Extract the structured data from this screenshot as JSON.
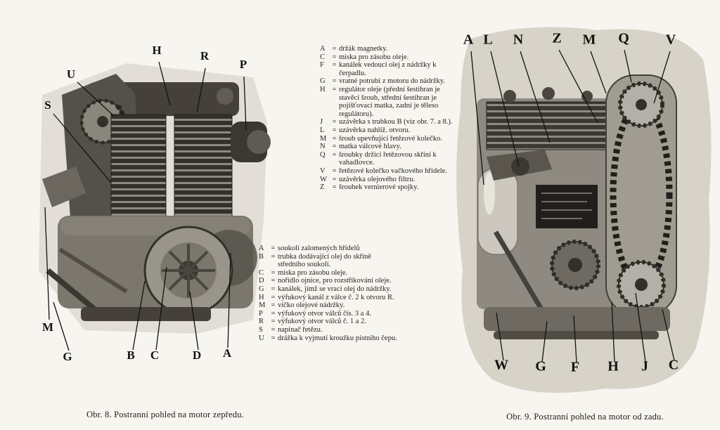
{
  "glyphs": {
    "equals": "="
  },
  "figure_left": {
    "caption": "Obr. 8. Postranní pohled na motor zepředu.",
    "labels": [
      "H",
      "R",
      "P",
      "U",
      "S",
      "M",
      "G",
      "B",
      "C",
      "D",
      "A"
    ]
  },
  "figure_right": {
    "caption": "Obr. 9. Postranní pohled na motor od zadu.",
    "labels": [
      "A",
      "L",
      "N",
      "Z",
      "M",
      "Q",
      "V",
      "W",
      "G",
      "F",
      "H",
      "J",
      "C"
    ]
  },
  "legend_top": {
    "entries": [
      {
        "key": "A",
        "text": "držák magnetky."
      },
      {
        "key": "C",
        "text": "miska pro zásobu oleje."
      },
      {
        "key": "F",
        "text": "kanálek vedoucí olej z nádržky k čerpadlu."
      },
      {
        "key": "G",
        "text": "vratné potrubí z motoru do nádržky."
      },
      {
        "key": "H",
        "text": "regulátor oleje (přední šestihran je stavěcí šroub, střední šestihran je pojišťovací matka, zadní je těleso regulátoru)."
      },
      {
        "key": "J",
        "text": "uzávěrka s trubkou B (viz obr. 7. a 8.)."
      },
      {
        "key": "L",
        "text": "uzávěrka nahlíž. otvoru."
      },
      {
        "key": "M",
        "text": "šroub upevňující řetězové kolečko."
      },
      {
        "key": "N",
        "text": "matka válcové hlavy."
      },
      {
        "key": "Q",
        "text": "šroubky držící řetězovou skříní k vahadlovce."
      },
      {
        "key": "V",
        "text": "řetězové kolečko vačkového hřídele."
      },
      {
        "key": "W",
        "text": "uzávěrka olejového filtru."
      },
      {
        "key": "Z",
        "text": "šroubek vernierové spojky."
      }
    ]
  },
  "legend_bottom": {
    "entries": [
      {
        "key": "A",
        "text": "soukolí zalomených hřídelů"
      },
      {
        "key": "B",
        "text": "trubka dodávající olej do skříně středního soukolí."
      },
      {
        "key": "C",
        "text": "miska pro zásobu oleje."
      },
      {
        "key": "D",
        "text": "nořidlo ojnice, pro rozstřikování oleje."
      },
      {
        "key": "G",
        "text": "kanálek, jímž se vrací olej do nádržky."
      },
      {
        "key": "H",
        "text": "výfukový kanál z válce č. 2 k otvoru R."
      },
      {
        "key": "M",
        "text": "víčko olejové nádržky."
      },
      {
        "key": "P",
        "text": "výfukový otvor válců čís. 3 a 4."
      },
      {
        "key": "R",
        "text": "výfukový otvor válců č. 1 a 2."
      },
      {
        "key": "S",
        "text": "napínač řetězu."
      },
      {
        "key": "U",
        "text": "drážka k vyjmutí kroužku pístního čepu."
      }
    ]
  }
}
